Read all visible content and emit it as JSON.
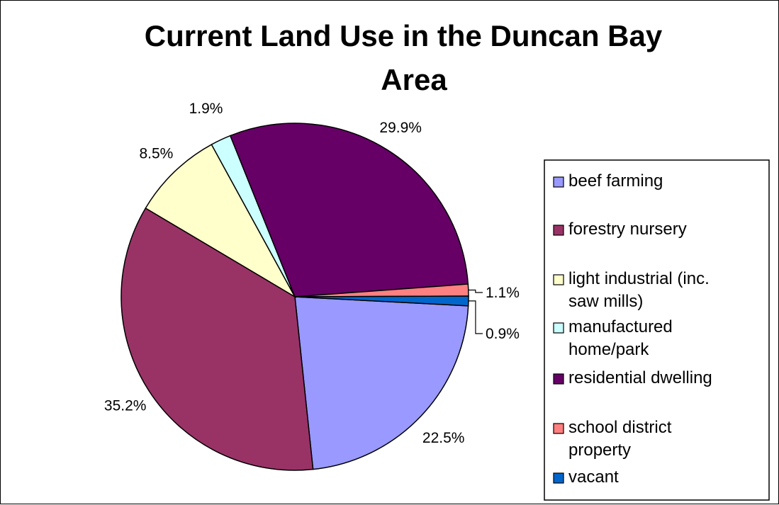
{
  "chart_data": {
    "type": "pie",
    "title": "Current Land Use in the Duncan Bay Area",
    "title_lines": [
      "Current Land Use in the Duncan Bay",
      "Area"
    ],
    "legend_position": "right",
    "slices": [
      {
        "name": "beef farming",
        "legend_lines": [
          "beef farming"
        ],
        "value": 22.5,
        "label": "22.5%",
        "color": "#9999ff"
      },
      {
        "name": "forestry nursery",
        "legend_lines": [
          "forestry nursery"
        ],
        "value": 35.2,
        "label": "35.2%",
        "color": "#993366"
      },
      {
        "name": "light industrial (inc. saw mills)",
        "legend_lines": [
          "light industrial (inc.",
          "saw mills)"
        ],
        "value": 8.5,
        "label": "8.5%",
        "color": "#ffffcc"
      },
      {
        "name": "manufactured home/park",
        "legend_lines": [
          "manufactured",
          "home/park"
        ],
        "value": 1.9,
        "label": "1.9%",
        "color": "#ccffff"
      },
      {
        "name": "residential dwelling",
        "legend_lines": [
          "residential dwelling"
        ],
        "value": 29.9,
        "label": "29.9%",
        "color": "#660066"
      },
      {
        "name": "school district property",
        "legend_lines": [
          "school district",
          "property"
        ],
        "value": 1.1,
        "label": "1.1%",
        "color": "#ff8080"
      },
      {
        "name": "vacant",
        "legend_lines": [
          "vacant"
        ],
        "value": 0.9,
        "label": "0.9%",
        "color": "#0066cc"
      }
    ]
  }
}
